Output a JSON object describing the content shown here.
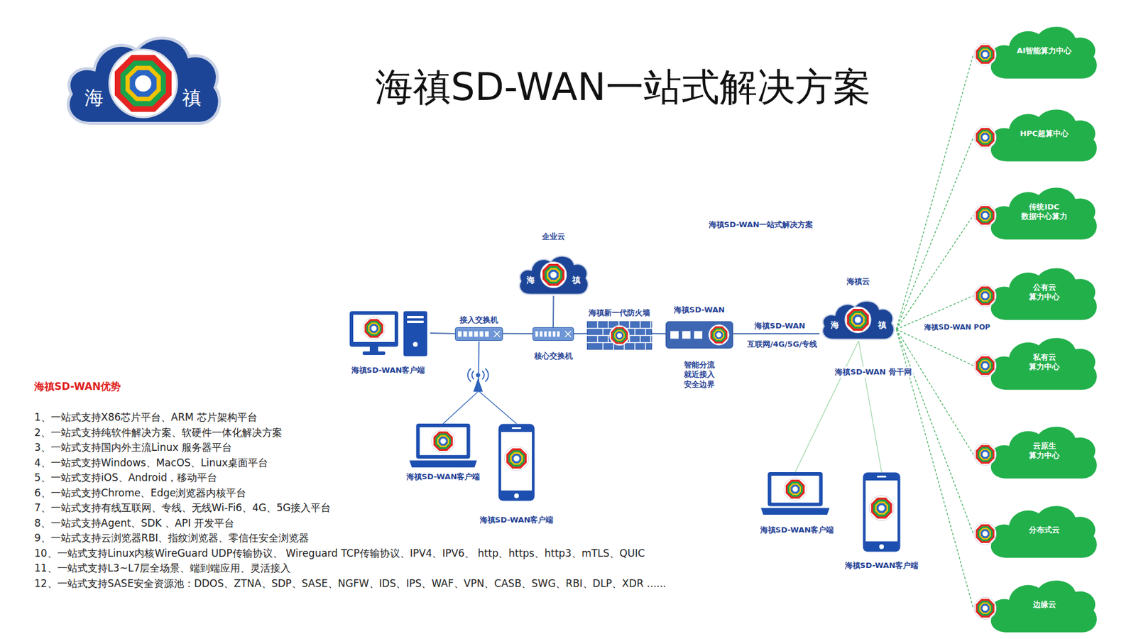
{
  "diagram": {
    "title": "海禛SD-WAN一站式解决方案",
    "nodes": [
      {
        "text": [
          "海",
          "禛"
        ]
      },
      {
        "text": [
          "企业云",
          "海",
          "禛"
        ]
      },
      {
        "text": [
          "海禛SD-WAN客户端"
        ]
      },
      {
        "text": [
          "接入交换机"
        ]
      },
      {
        "text": [
          "核心交换机"
        ]
      },
      {
        "text": [
          "海禛新一代防火墙"
        ]
      },
      {
        "text": [
          "海禛SD-WAN",
          "智能分流 就近接入 安全边界"
        ]
      },
      {
        "text": [
          "海禛云",
          "海",
          "禛"
        ]
      },
      {
        "text": [
          "AI智能算力中心"
        ]
      },
      {
        "text": [
          "HPC超算中心"
        ]
      },
      {
        "text": [
          "传统IDC 数据中心算力"
        ]
      },
      {
        "text": [
          "公有云 算力中心"
        ]
      },
      {
        "text": [
          "私有云 算力中心"
        ]
      },
      {
        "text": [
          "云原生 算力中心"
        ]
      },
      {
        "text": [
          "分布式云"
        ]
      },
      {
        "text": [
          "边缘云"
        ]
      },
      {
        "text": [
          "海禛SD-WAN客户端"
        ]
      },
      {
        "text": [
          "海禛SD-WAN客户端"
        ]
      },
      {
        "text": [
          "海禛SD-WAN客户端"
        ]
      },
      {
        "text": [
          "海禛SD-WAN客户端"
        ]
      }
    ],
    "edges": [
      {
        "from": 2,
        "to": 3,
        "arrow": "none"
      },
      {
        "from": 3,
        "to": 4,
        "arrow": "none"
      },
      {
        "from": 4,
        "to": 1,
        "arrow": "none"
      },
      {
        "from": 4,
        "to": 5,
        "arrow": "none"
      },
      {
        "from": 5,
        "to": 6,
        "arrow": "none"
      },
      {
        "from": 6,
        "to": 7,
        "label": "海禛SD-WAN",
        "arrow": "none"
      },
      {
        "from": 7,
        "to": 8,
        "arrow": "none"
      },
      {
        "from": 7,
        "to": 9,
        "arrow": "none"
      },
      {
        "from": 7,
        "to": 10,
        "arrow": "none"
      },
      {
        "from": 7,
        "to": 11,
        "arrow": "none"
      },
      {
        "from": 7,
        "to": 12,
        "arrow": "none"
      },
      {
        "from": 7,
        "to": 13,
        "arrow": "none"
      },
      {
        "from": 7,
        "to": 14,
        "arrow": "none"
      },
      {
        "from": 7,
        "to": 15,
        "arrow": "none"
      },
      {
        "from": 3,
        "to": 16,
        "arrow": "none"
      },
      {
        "from": 3,
        "to": 17,
        "arrow": "none"
      },
      {
        "from": 7,
        "to": 18,
        "arrow": "none"
      },
      {
        "from": 7,
        "to": 19,
        "arrow": "none"
      }
    ],
    "labels": [
      "海禛SD-WAN一站式解决方案",
      "互联网/4G/5G/专线",
      "海禛SD-WAN 骨干网",
      "海禛SD-WAN POP",
      "海禛SD-WAN优势",
      "1、一站式支持X86芯片平台、ARM 芯片架构平台",
      "2、一站式支持纯软件解决方案、软硬件一体化解决方案",
      "3、一站式支持国内外主流Linux 服务器平台",
      "4、一站式支持Windows、MacOS、Linux桌面平台",
      "5、一站式支持iOS、Android，移动平台",
      "6、一站式支持Chrome、Edge浏览器内核平台",
      "7、一站式支持有线互联网、专线、无线Wi-Fi6、4G、5G接入平台",
      "8、一站式支持Agent、SDK 、API 开发平台",
      "9、一站式支持云浏览器RBI、指纹浏览器、零信任安全浏览器",
      "10、一站式支持Linux内核WireGuard UDP传输协议、 Wireguard TCP传输协议、IPV4、IPV6、 http、https、http3、mTLS、QUIC",
      "11、一站式支持L3~L7层全场景、端到端应用、灵活接入",
      "12、一站式支持SASE安全资源池：DDOS、ZTNA、SDP、SASE、NGFW、IDS、IPS、WAF、VPN、CASB、SWG、RBI、DLP、XDR ......"
    ]
  }
}
